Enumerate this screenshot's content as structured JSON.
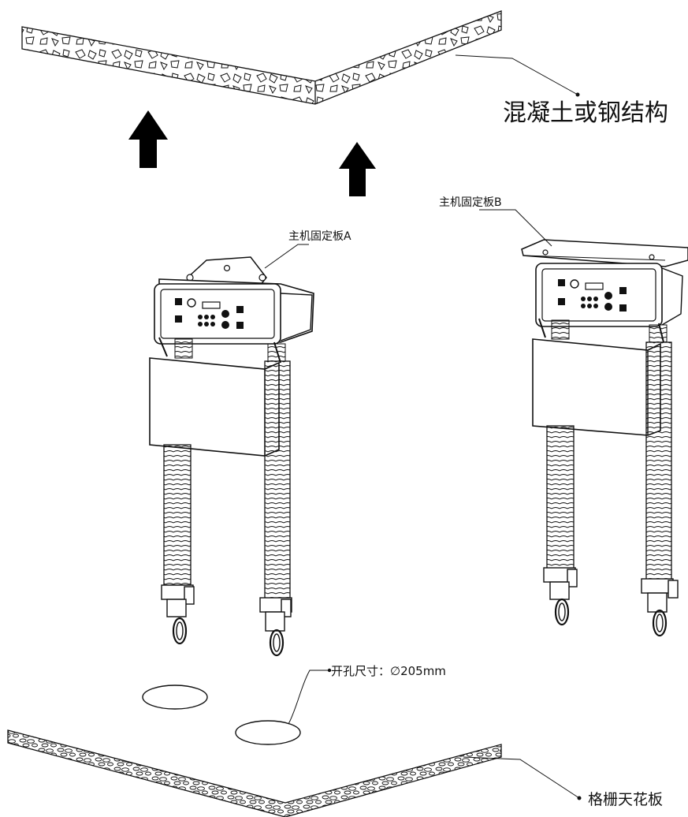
{
  "labels": {
    "ceiling_structure": "混凝土或钢结构",
    "plate_a": "主机固定板A",
    "plate_b": "主机固定板B",
    "hole_size": "开孔尺寸：∅205mm",
    "grille_ceiling": "格栅天花板"
  },
  "colors": {
    "line": "#111111",
    "background": "#ffffff",
    "arrow": "#000000"
  }
}
